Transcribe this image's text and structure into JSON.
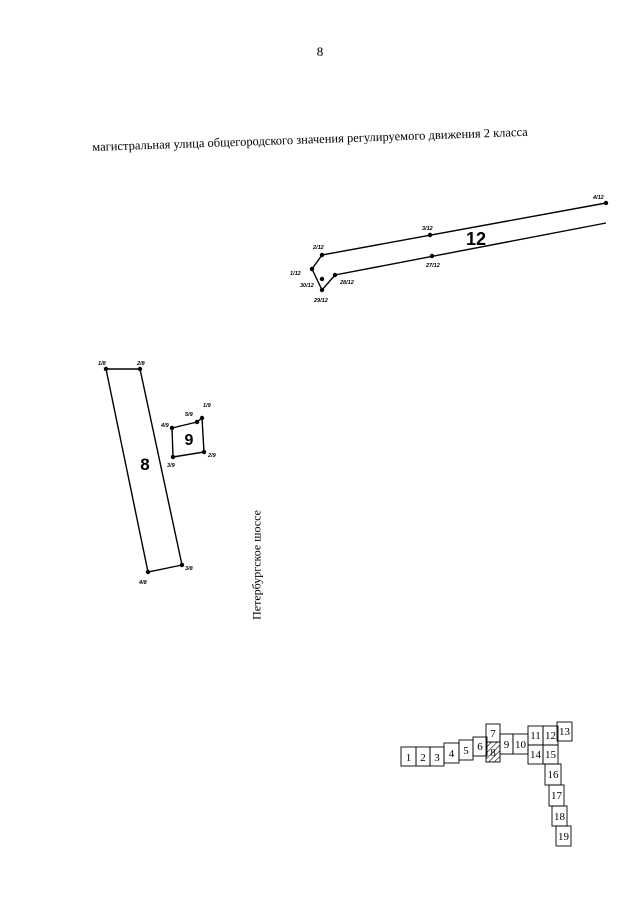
{
  "page_number": "8",
  "heading": "магистральная улица общегородского значения регулируемого движения 2 класса",
  "road_label": "Петербургское шоссе",
  "plots": [
    {
      "id": "12",
      "label": "12",
      "points": [
        "1/12",
        "2/12",
        "3/12",
        "4/12",
        "27/12",
        "28/12",
        "29/12",
        "30/12"
      ]
    },
    {
      "id": "8",
      "label": "8",
      "points": [
        "1/8",
        "2/8",
        "3/8",
        "4/8"
      ]
    },
    {
      "id": "9",
      "label": "9",
      "points": [
        "1/9",
        "2/9",
        "3/9",
        "4/9",
        "5/9"
      ]
    }
  ],
  "index_map": {
    "cells": [
      "1",
      "2",
      "3",
      "4",
      "5",
      "6",
      "7",
      "8",
      "9",
      "10",
      "11",
      "12",
      "13",
      "14",
      "15",
      "16",
      "17",
      "18",
      "19"
    ],
    "highlighted": "8"
  }
}
